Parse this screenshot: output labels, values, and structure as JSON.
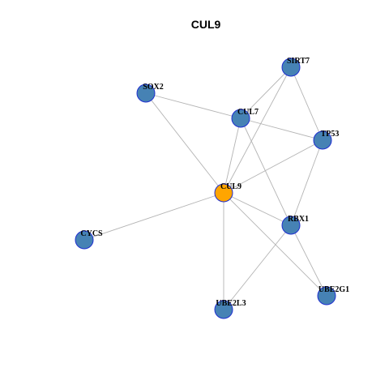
{
  "title": "CUL9",
  "colors": {
    "center_node": "#FFA500",
    "node": "#4682B4",
    "node_border": "#1F2FD0",
    "edge": "#B4B4B4"
  },
  "nodes": [
    {
      "id": "SIRT7",
      "label": "SIRT7",
      "role": "neighbor"
    },
    {
      "id": "SOX2",
      "label": "SOX2",
      "role": "neighbor"
    },
    {
      "id": "CUL7",
      "label": "CUL7",
      "role": "neighbor"
    },
    {
      "id": "TP53",
      "label": "TP53",
      "role": "neighbor"
    },
    {
      "id": "CUL9",
      "label": "CUL9",
      "role": "center"
    },
    {
      "id": "RBX1",
      "label": "RBX1",
      "role": "neighbor"
    },
    {
      "id": "CYCS",
      "label": "CYCS",
      "role": "neighbor"
    },
    {
      "id": "UBE2G1",
      "label": "UBE2G1",
      "role": "neighbor"
    },
    {
      "id": "UBE2L3",
      "label": "UBE2L3",
      "role": "neighbor"
    }
  ],
  "edges": [
    [
      "SOX2",
      "CUL7"
    ],
    [
      "SOX2",
      "CUL9"
    ],
    [
      "SIRT7",
      "CUL7"
    ],
    [
      "SIRT7",
      "TP53"
    ],
    [
      "SIRT7",
      "CUL9"
    ],
    [
      "CUL7",
      "TP53"
    ],
    [
      "CUL7",
      "CUL9"
    ],
    [
      "CUL7",
      "RBX1"
    ],
    [
      "TP53",
      "CUL9"
    ],
    [
      "TP53",
      "RBX1"
    ],
    [
      "CUL9",
      "RBX1"
    ],
    [
      "CUL9",
      "CYCS"
    ],
    [
      "CUL9",
      "UBE2G1"
    ],
    [
      "CUL9",
      "UBE2L3"
    ],
    [
      "RBX1",
      "UBE2G1"
    ],
    [
      "RBX1",
      "UBE2L3"
    ]
  ]
}
